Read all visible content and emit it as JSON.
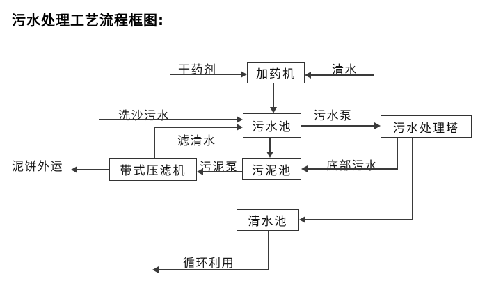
{
  "title": "污水处理工艺流程框图:",
  "nodes": {
    "dosing": "加药机",
    "sewage_pool": "污水池",
    "treatment_tower": "污水处理塔",
    "sludge_pool": "污泥池",
    "belt_press": "带式压滤机",
    "clean_pool": "清水池"
  },
  "labels": {
    "dry_agent": "干药剂",
    "clean_water": "清水",
    "sand_wash_sewage": "洗沙污水",
    "filtered_water": "滤清水",
    "sewage_pump": "污水泵",
    "bottom_sewage": "底部污水",
    "sludge_pump": "污泥泵",
    "mud_cake_out": "泥饼外运",
    "recycle": "循环利用"
  },
  "colors": {
    "background": "#ffffff",
    "line": "#3a3a3a",
    "text": "#111111"
  }
}
